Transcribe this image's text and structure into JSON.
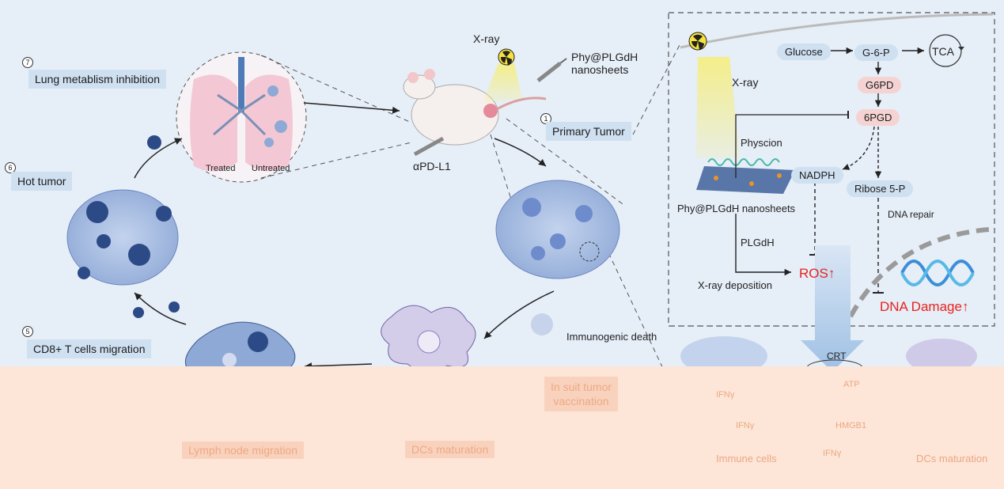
{
  "left": {
    "step7": {
      "num": "7",
      "label": "Lung metablism inhibition"
    },
    "step6": {
      "num": "6",
      "label": "Hot tumor"
    },
    "step5": {
      "num": "5",
      "label": "CD8+ T cells migration"
    },
    "step1": {
      "num": "1",
      "label": "Primary Tumor"
    },
    "lung_treated": "Treated",
    "lung_untreated": "Untreated",
    "xray": "X-ray",
    "nanosheets": "Phy@PLGdH\nnanosheets",
    "apdl1": "αPD-L1",
    "immunogenic_death": "Immunogenic death"
  },
  "pathway": {
    "xray": "X-ray",
    "glucose": "Glucose",
    "g6p": "G-6-P",
    "tca": "TCA",
    "g6pd": "G6PD",
    "sixpgd": "6PGD",
    "physcion": "Physcion",
    "nadph": "NADPH",
    "ribose": "Ribose 5-P",
    "dna_repair": "DNA repair",
    "nanosheets": "Phy@PLGdH nanosheets",
    "plgdh": "PLGdH",
    "xray_deposition": "X-ray deposition",
    "ros": "ROS",
    "dna_damage": "DNA Damage",
    "crt": "CRT"
  },
  "faded": {
    "vaccination": "In suit tumor\nvaccination",
    "lymph": "Lymph node migration",
    "dcs_left": "DCs maturation",
    "atp": "ATP",
    "hmgb1": "HMGB1",
    "ifng1": "IFNγ",
    "ifng2": "IFNγ",
    "ifng3": "IFNγ",
    "immune_cells": "Immune cells",
    "dcs_right": "DCs maturation"
  },
  "colors": {
    "background": "#e6eef7",
    "label_box": "#cfe0f1",
    "red_accent": "#e8231e",
    "cell_blue": "#8fa9d6",
    "overlay": "#fde6d8"
  }
}
